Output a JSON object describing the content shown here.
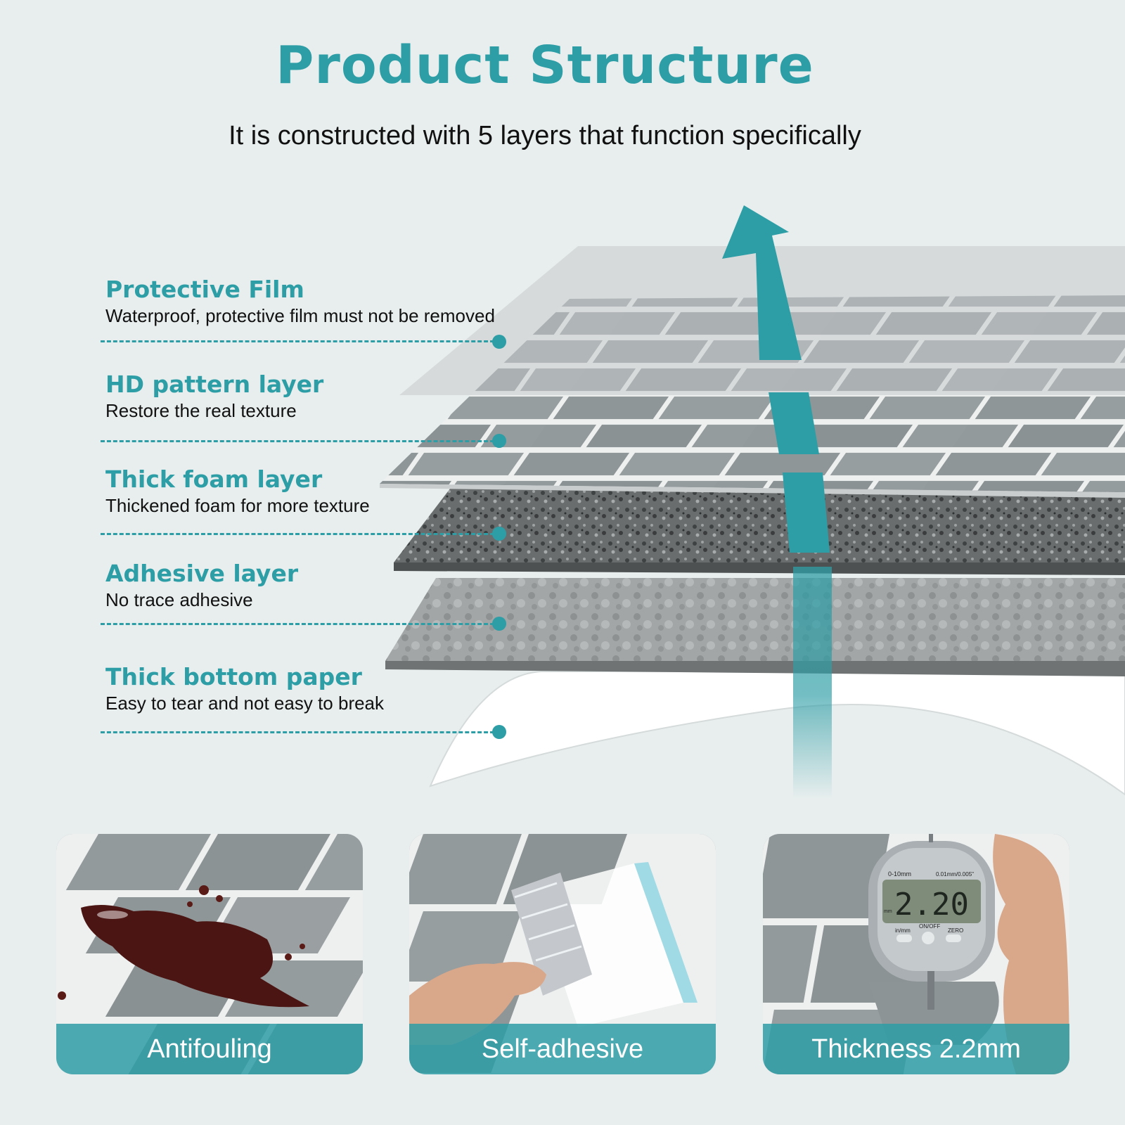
{
  "heading": {
    "title": "Product Structure",
    "subtitle": "It is constructed with 5 layers that function specifically"
  },
  "layers": [
    {
      "name": "Protective Film",
      "desc": "Waterproof, protective film must not be removed"
    },
    {
      "name": "HD pattern layer",
      "desc": "Restore the real texture"
    },
    {
      "name": "Thick foam layer",
      "desc": "Thickened foam for more texture"
    },
    {
      "name": "Adhesive layer",
      "desc": "No trace adhesive"
    },
    {
      "name": "Thick bottom paper",
      "desc": "Easy to tear and not easy to break"
    }
  ],
  "features": [
    {
      "label": "Antifouling"
    },
    {
      "label": "Self-adhesive"
    },
    {
      "label": "Thickness 2.2mm"
    }
  ],
  "gauge": {
    "reading": "2.20",
    "range_label": "0-10mm",
    "resolution_label": "0.01mm/0.005\"",
    "unit_label": "mm",
    "btn_unit": "in/mm",
    "btn_power": "ON/OFF",
    "btn_zero": "ZERO"
  },
  "colors": {
    "accent": "#2e9ea6",
    "background": "#e8eeee"
  }
}
